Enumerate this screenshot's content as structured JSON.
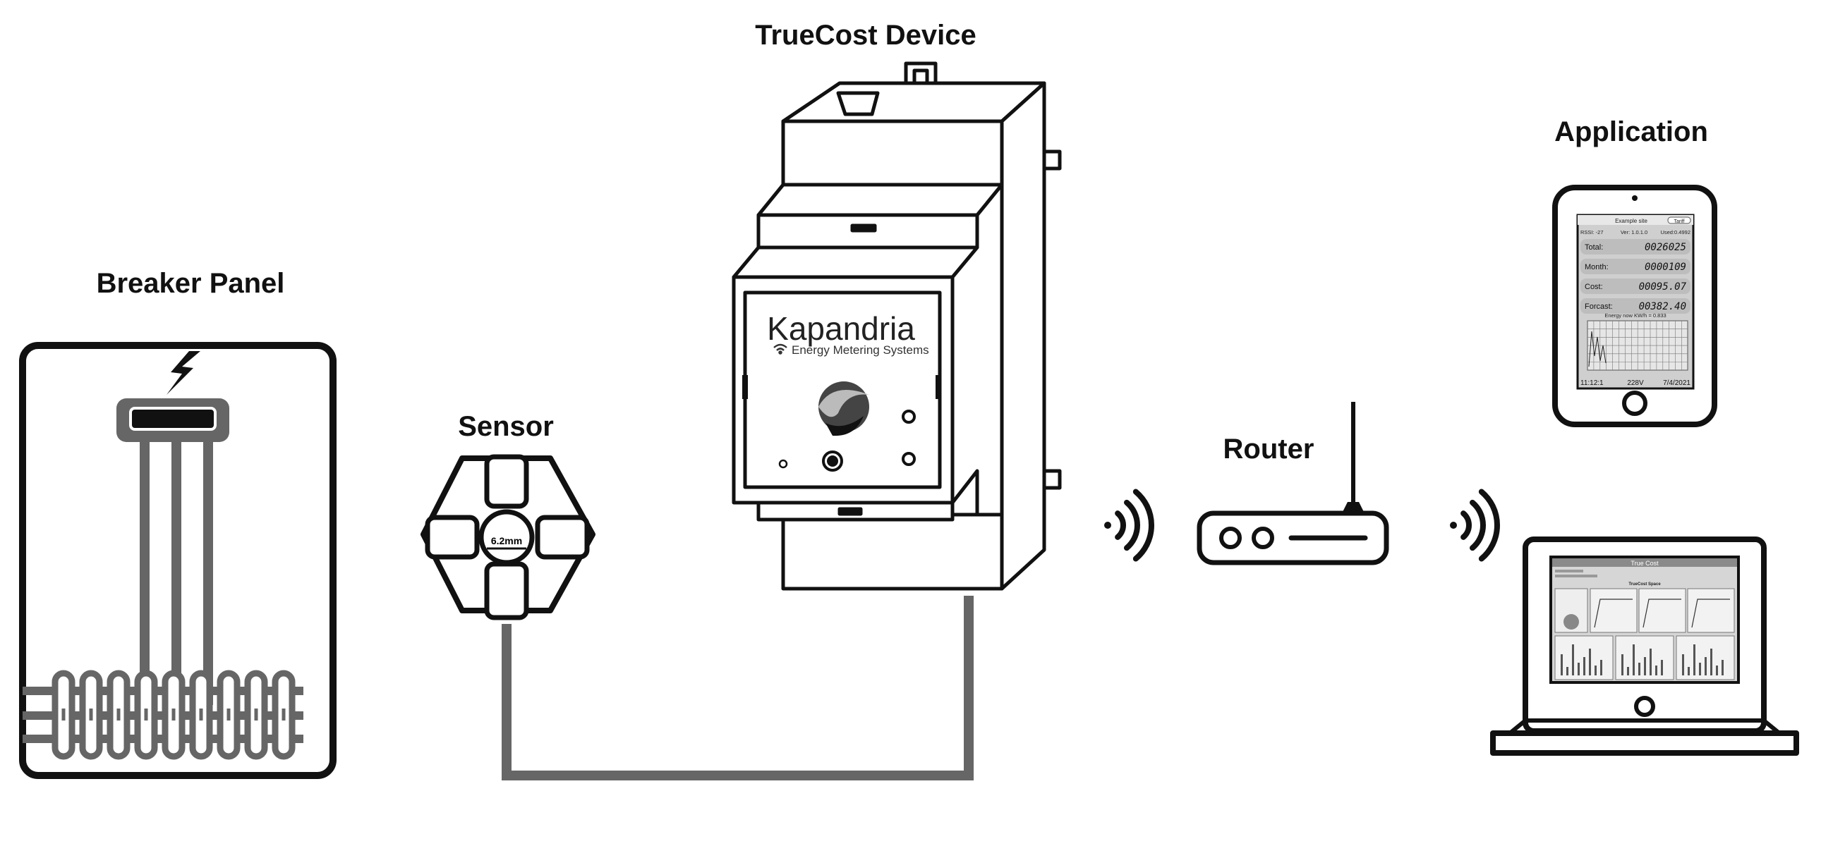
{
  "labels": {
    "breaker_panel": "Breaker Panel",
    "sensor": "Sensor",
    "device": "TrueCost Device",
    "router": "Router",
    "application": "Application"
  },
  "sensor": {
    "diameter": "6.2mm"
  },
  "device": {
    "brand": "Kapandria",
    "tagline": "Energy Metering Systems"
  },
  "phone": {
    "top_bar": "Example site",
    "tariff_button": "Tariff",
    "info_left": "RSSI: -27",
    "info_mid": "Ver: 1.0.1.0",
    "info_right": "Used:0.4992",
    "rows": [
      {
        "label": "Total:",
        "value": "0026025"
      },
      {
        "label": "Month:",
        "value": "0000109"
      },
      {
        "label": "Cost:",
        "value": "00095.07"
      },
      {
        "label": "Forcast:",
        "value": "00382.40"
      }
    ],
    "chart_title": "Energy now KW/h = 0.833",
    "footer_time": "11:12:1",
    "footer_voltage": "228V",
    "footer_date": "7/4/2021"
  },
  "laptop": {
    "title_bar": "True Cost",
    "header": "TrueCost Space"
  },
  "colors": {
    "outline": "#111111",
    "wire": "#666666",
    "screen": "#cfcfcf",
    "display_field": "#bdbdbd"
  }
}
